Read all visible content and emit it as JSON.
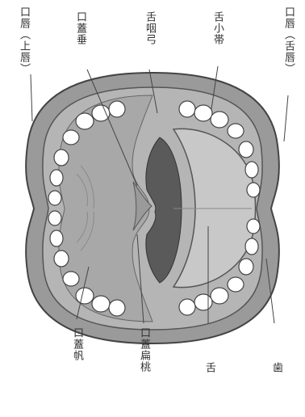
{
  "labels": {
    "upper_lip": "口唇（上唇）",
    "palatine_uvula": "口蓋垂",
    "palatoglossal_arch": "舌咽弓",
    "lingual_tonsil": "舌小帯",
    "lower_lip": "口唇（舌唇）",
    "hard_palate": "口蓋帆",
    "soft_palate": "口蓋扁桃",
    "tongue": "舌",
    "tooth": "歯"
  },
  "colors": {
    "background": "#ffffff",
    "lip_outer": "#9a9a9a",
    "lip_inner": "#b8b8b8",
    "palate": "#a8a8a8",
    "throat": "#5a5a5a",
    "tongue": "#c8c8c8",
    "teeth": "#ffffff",
    "line": "#444444"
  }
}
